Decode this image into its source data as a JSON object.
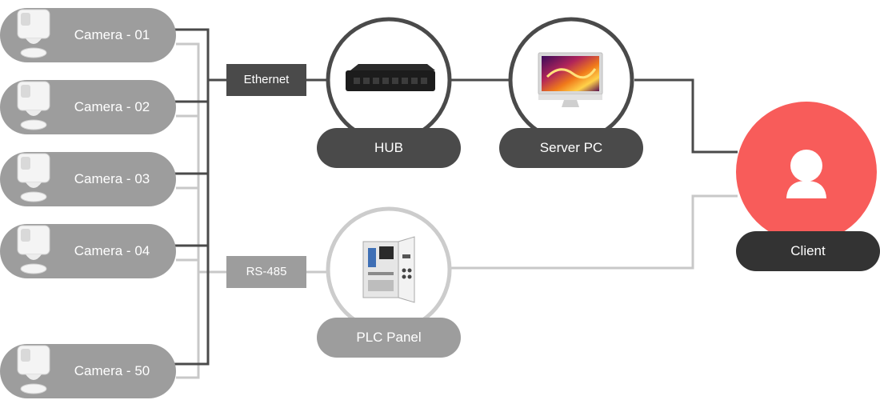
{
  "cameras": [
    {
      "label": "Camera - 01"
    },
    {
      "label": "Camera - 02"
    },
    {
      "label": "Camera - 03"
    },
    {
      "label": "Camera - 04"
    },
    {
      "label": "Camera - 50"
    }
  ],
  "connections": {
    "ethernet_label": "Ethernet",
    "rs485_label": "RS-485"
  },
  "nodes": {
    "hub_label": "HUB",
    "server_label": "Server PC",
    "plc_label": "PLC Panel",
    "client_label": "Client"
  },
  "colors": {
    "dark_line": "#4a4a4a",
    "light_line": "#c8c8c8",
    "client_accent": "#f85c5a",
    "pill_gray": "#9d9d9d"
  }
}
